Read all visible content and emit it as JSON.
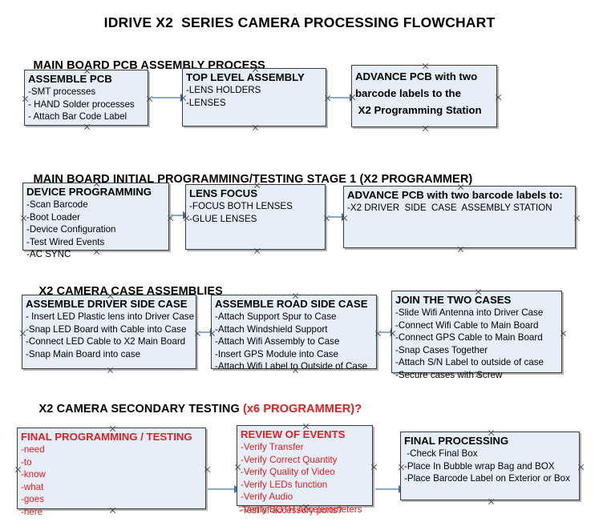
{
  "document": {
    "title": "IDRIVE X2  SERIES CAMERA PROCESSING FLOWCHART"
  },
  "colors": {
    "box_fill": "#e8eef8",
    "box_border": "#3a3a3a",
    "connector": "#8fa9c6",
    "arrow_head": "#4a6fa5",
    "red_text": "#e02020",
    "black_text": "#000000",
    "background": "#ffffff"
  },
  "sections": [
    {
      "heading": "MAIN BOARD PCB ASSEMBLY PROCESS",
      "heading_red": "",
      "nodes": [
        {
          "title": "ASSEMBLE PCB",
          "lines": [
            "-SMT processes",
            "- HAND Solder processes",
            "- Attach Bar Code Label"
          ]
        },
        {
          "title": "TOP LEVEL ASSEMBLY",
          "lines": [
            "-LENS HOLDERS",
            "-LENSES"
          ]
        },
        {
          "title": "ADVANCE PCB with two",
          "lines": [
            "barcode labels to the",
            " X2 Programming Station"
          ]
        }
      ]
    },
    {
      "heading": "MAIN BOARD INITIAL PROGRAMMING/TESTING STAGE 1 (X2 PROGRAMMER)",
      "heading_red": "",
      "nodes": [
        {
          "title": "DEVICE PROGRAMMING",
          "lines": [
            "-Scan Barcode",
            "-Boot Loader",
            "-Device Configuration",
            "-Test Wired Events",
            "-AC SYNC"
          ]
        },
        {
          "title": "LENS FOCUS",
          "lines": [
            "-FOCUS BOTH LENSES",
            "-GLUE LENSES"
          ]
        },
        {
          "title": "ADVANCE PCB with two barcode labels to:",
          "lines": [
            "-X2 DRIVER  SIDE  CASE  ASSEMBLY STATION"
          ]
        }
      ]
    },
    {
      "heading": "X2 CAMERA CASE ASSEMBLIES",
      "heading_red": "",
      "nodes": [
        {
          "title": "ASSEMBLE DRIVER SIDE CASE",
          "lines": [
            "- Insert LED Plastic lens into Driver Case",
            "-Snap LED Board with Cable into Case",
            "-Connect LED Cable to X2 Main Board",
            "-Snap Main Board into case"
          ]
        },
        {
          "title": "ASSEMBLE ROAD SIDE CASE",
          "lines": [
            "-Attach Support Spur to Case",
            "-Attach Windshield Support",
            "-Attach Wifi Assembly to Case",
            "-Insert GPS Module into Case",
            "-Attach Wifi Label to Outside of Case"
          ]
        },
        {
          "title": "JOIN THE TWO CASES",
          "lines": [
            "-Slide Wifi Antenna into Driver Case",
            "-Connect Wifi Cable to Main Board",
            "-Connect GPS Cable to Main Board",
            "-Snap Cases Together",
            "-Attach S/N Label to outside of case",
            "-Secure cases with Screw"
          ]
        }
      ]
    },
    {
      "heading": "X2 CAMERA SECONDARY TESTING ",
      "heading_red": "(x6 PROGRAMMER)?",
      "nodes": [
        {
          "title": "FINAL PROGRAMMING / TESTING",
          "lines": [
            "-need",
            "-to",
            "-know",
            "-what",
            "-goes",
            "-here"
          ]
        },
        {
          "title": "REVIEW OF EVENTS",
          "lines": [
            "-Verify Transfer",
            "-Verify Correct Quantity",
            "-Verify Quality of Video",
            "-Verify LEDs function",
            "-Verify Audio",
            "-Verify BOTH Accelerometers"
          ],
          "overflow_line": "-Test of accessory ports?"
        },
        {
          "title": "FINAL PROCESSING",
          "lines": [
            " -Check Final Box",
            "-Place In Bubble wrap Bag and BOX",
            "-Place Barcode Label on Exterior or Box"
          ]
        }
      ]
    }
  ]
}
